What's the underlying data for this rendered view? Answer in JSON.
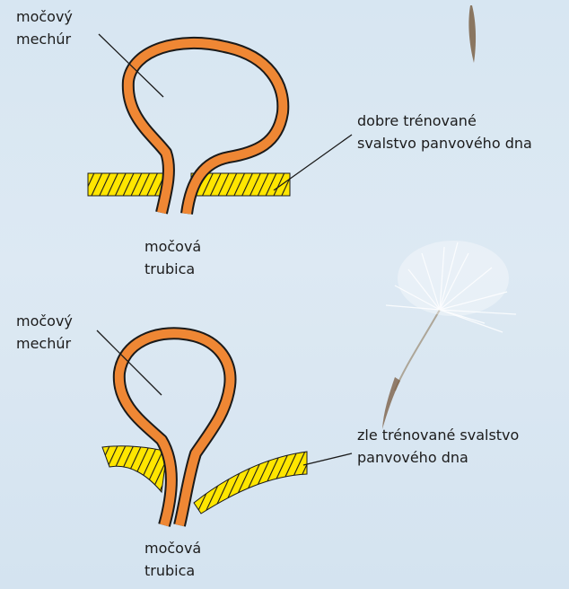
{
  "diagram_top": {
    "bladder_label": "močový\nmechúr",
    "urethra_label": "močová\ntrubica",
    "muscle_label": "dobre trénované\nsvalstvo panvového dna"
  },
  "diagram_bottom": {
    "bladder_label": "močový\nmechúr",
    "urethra_label": "močová\ntrubica",
    "muscle_label": "zle trénované svalstvo\npanvového dna"
  },
  "colors": {
    "bladder": "#ef8734",
    "muscle": "#ffe600",
    "outline": "#1a1a1a",
    "background": "#dbe8f3"
  }
}
